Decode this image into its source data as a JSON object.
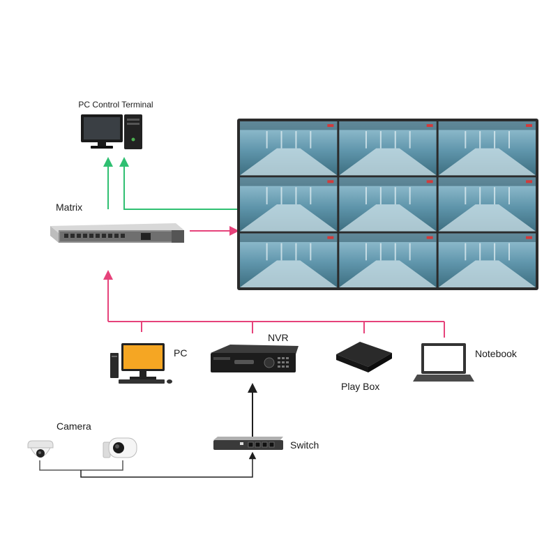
{
  "labels": {
    "pc_control_terminal": "PC Control Terminal",
    "matrix": "Matrix",
    "pc": "PC",
    "nvr": "NVR",
    "play_box": "Play Box",
    "notebook": "Notebook",
    "camera": "Camera",
    "switch": "Switch"
  },
  "colors": {
    "green_line": "#2fbf71",
    "pink_line": "#e6427a",
    "dark_line": "#1e1e1e",
    "gray_line": "#9a9a9a",
    "monitor_yellow": "#f5a623",
    "video_wall_frame": "#2b2b2b",
    "video_wall_tile": "#7fb3c8"
  },
  "video_wall": {
    "rows": 3,
    "cols": 3
  }
}
